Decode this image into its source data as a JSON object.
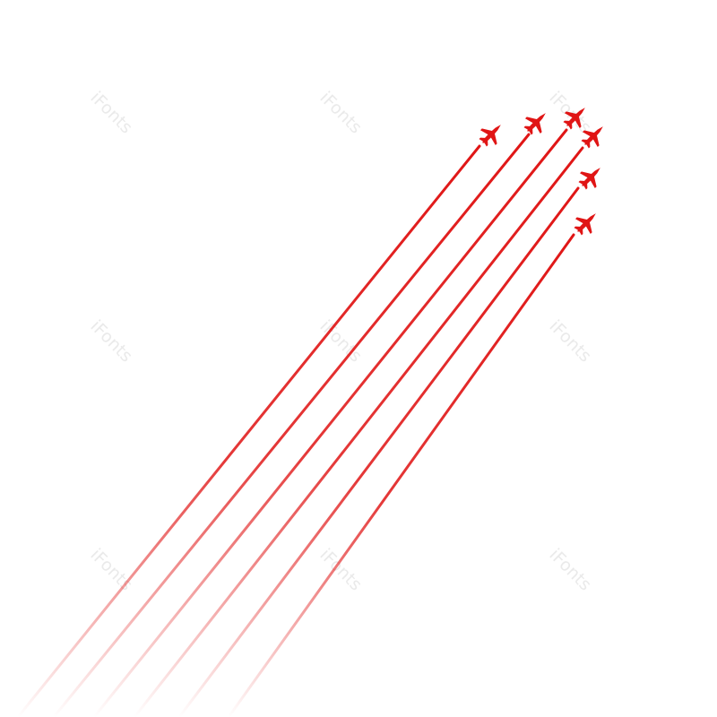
{
  "scene": {
    "description_color": "#e01515",
    "background": "#ffffff",
    "plane_count": 6,
    "trail_color": "#e01515"
  },
  "watermarks": [
    "iFonts",
    "iFonts",
    "iFonts",
    "iFonts",
    "iFonts",
    "iFonts",
    "iFonts",
    "iFonts",
    "iFonts"
  ]
}
